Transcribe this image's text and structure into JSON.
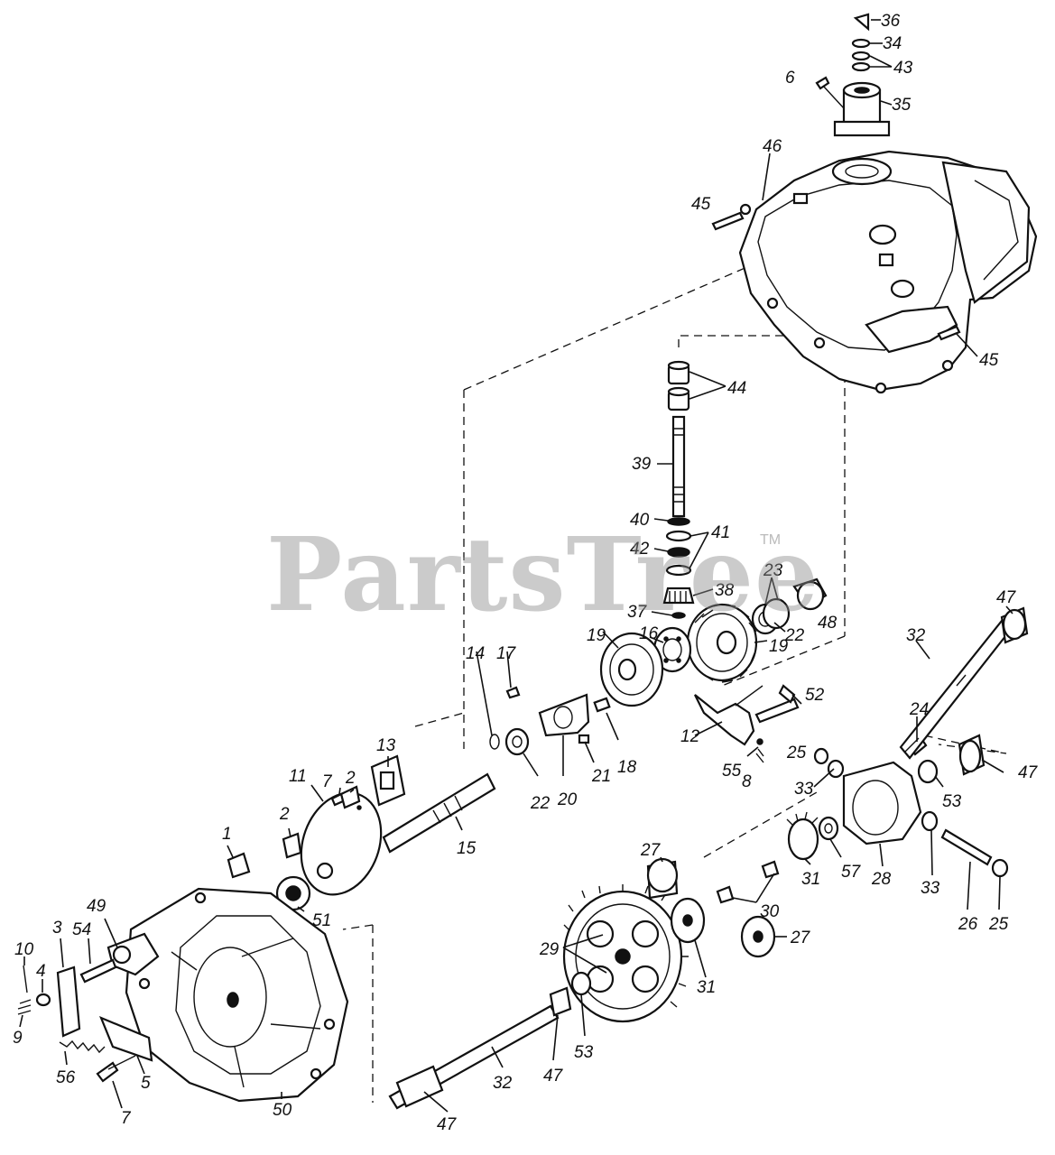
{
  "diagram": {
    "watermark": {
      "text": "PartsTree",
      "tm": "TM"
    },
    "callouts": [
      {
        "id": "c36",
        "label": "36"
      },
      {
        "id": "c34",
        "label": "34"
      },
      {
        "id": "c43",
        "label": "43"
      },
      {
        "id": "c6a",
        "label": "6"
      },
      {
        "id": "c35",
        "label": "35"
      },
      {
        "id": "c46",
        "label": "46"
      },
      {
        "id": "c45a",
        "label": "45"
      },
      {
        "id": "c45b",
        "label": "45"
      },
      {
        "id": "c44",
        "label": "44"
      },
      {
        "id": "c39",
        "label": "39"
      },
      {
        "id": "c40",
        "label": "40"
      },
      {
        "id": "c41",
        "label": "41"
      },
      {
        "id": "c42",
        "label": "42"
      },
      {
        "id": "c38",
        "label": "38"
      },
      {
        "id": "c37",
        "label": "37"
      },
      {
        "id": "c23",
        "label": "23"
      },
      {
        "id": "c22a",
        "label": "22"
      },
      {
        "id": "c48",
        "label": "48"
      },
      {
        "id": "c47a",
        "label": "47"
      },
      {
        "id": "c32a",
        "label": "32"
      },
      {
        "id": "c19a",
        "label": "19"
      },
      {
        "id": "c16",
        "label": "16"
      },
      {
        "id": "c19b",
        "label": "19"
      },
      {
        "id": "c17",
        "label": "17"
      },
      {
        "id": "c14",
        "label": "14"
      },
      {
        "id": "c12",
        "label": "12"
      },
      {
        "id": "c52",
        "label": "52"
      },
      {
        "id": "c24",
        "label": "24"
      },
      {
        "id": "c18",
        "label": "18"
      },
      {
        "id": "c21",
        "label": "21"
      },
      {
        "id": "c22b",
        "label": "22"
      },
      {
        "id": "c20",
        "label": "20"
      },
      {
        "id": "c55",
        "label": "55"
      },
      {
        "id": "c8",
        "label": "8"
      },
      {
        "id": "c25a",
        "label": "25"
      },
      {
        "id": "c47b",
        "label": "47"
      },
      {
        "id": "c13",
        "label": "13"
      },
      {
        "id": "c7a",
        "label": "7"
      },
      {
        "id": "c2a",
        "label": "2"
      },
      {
        "id": "c11",
        "label": "11"
      },
      {
        "id": "c33a",
        "label": "33"
      },
      {
        "id": "c53a",
        "label": "53"
      },
      {
        "id": "c15",
        "label": "15"
      },
      {
        "id": "c2b",
        "label": "2"
      },
      {
        "id": "c1",
        "label": "1"
      },
      {
        "id": "c27a",
        "label": "27"
      },
      {
        "id": "c51",
        "label": "51"
      },
      {
        "id": "c30",
        "label": "30"
      },
      {
        "id": "c31a",
        "label": "31"
      },
      {
        "id": "c57",
        "label": "57"
      },
      {
        "id": "c28",
        "label": "28"
      },
      {
        "id": "c33b",
        "label": "33"
      },
      {
        "id": "c26",
        "label": "26"
      },
      {
        "id": "c25b",
        "label": "25"
      },
      {
        "id": "c27b",
        "label": "27"
      },
      {
        "id": "c29",
        "label": "29"
      },
      {
        "id": "c31b",
        "label": "31"
      },
      {
        "id": "c49",
        "label": "49"
      },
      {
        "id": "c3",
        "label": "3"
      },
      {
        "id": "c54",
        "label": "54"
      },
      {
        "id": "c10",
        "label": "10"
      },
      {
        "id": "c4",
        "label": "4"
      },
      {
        "id": "c9",
        "label": "9"
      },
      {
        "id": "c56",
        "label": "56"
      },
      {
        "id": "c5",
        "label": "5"
      },
      {
        "id": "c7b",
        "label": "7"
      },
      {
        "id": "c50",
        "label": "50"
      },
      {
        "id": "c53b",
        "label": "53"
      },
      {
        "id": "c47c",
        "label": "47"
      },
      {
        "id": "c32b",
        "label": "32"
      },
      {
        "id": "c47d",
        "label": "47"
      }
    ]
  }
}
